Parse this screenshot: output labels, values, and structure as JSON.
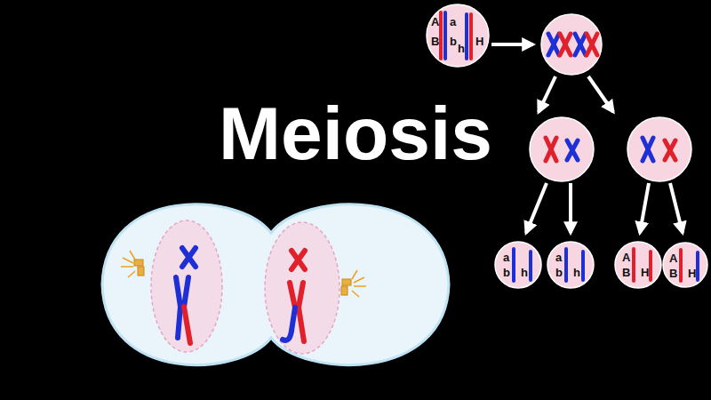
{
  "diagram": {
    "title": "Meiosis",
    "nodes": [
      {
        "text": [
          "A",
          "a",
          "B",
          "b",
          "h",
          "H"
        ]
      },
      {
        "text": [
          "a",
          "b",
          "h"
        ]
      },
      {
        "text": [
          "a",
          "b",
          "h"
        ]
      },
      {
        "text": [
          "A",
          "B",
          "H"
        ]
      },
      {
        "text": [
          "A",
          "B",
          "H"
        ]
      }
    ]
  }
}
